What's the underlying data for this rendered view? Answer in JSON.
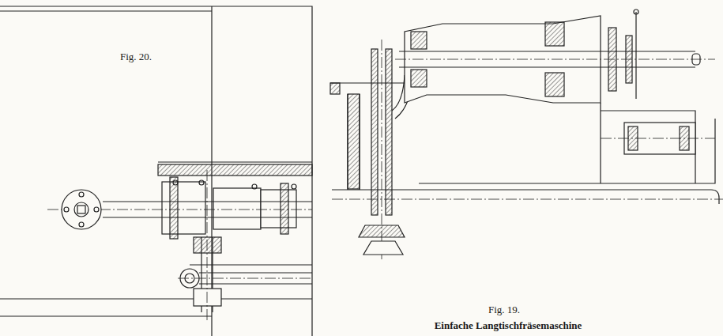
{
  "diagram": {
    "caption": "Einfache Langtischfräsemaschine",
    "labels": [
      "Fig. 20.",
      "Fig. 19."
    ]
  }
}
